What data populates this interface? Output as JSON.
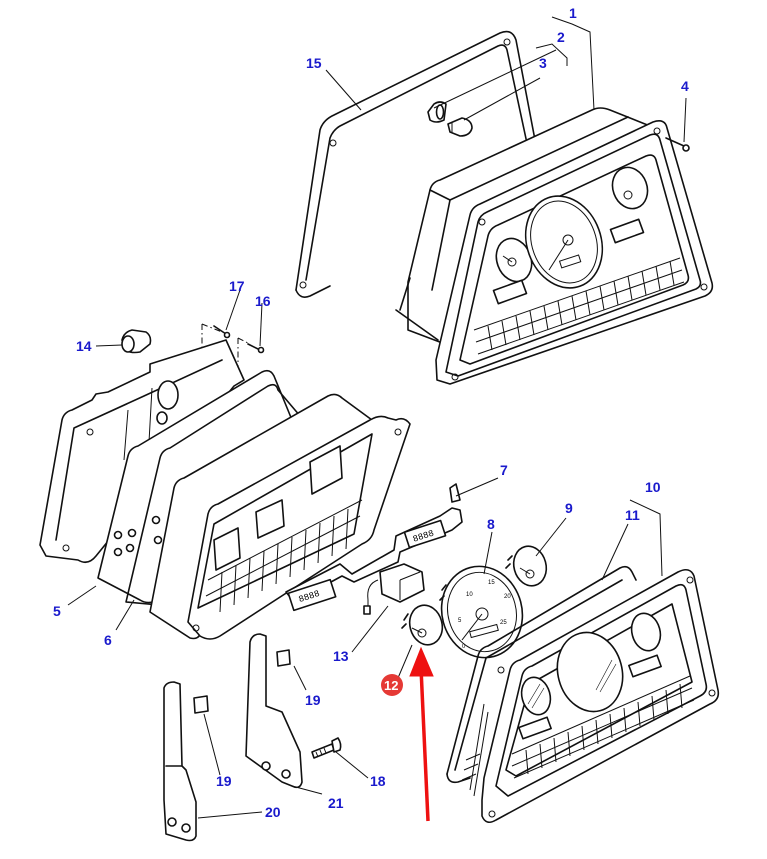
{
  "diagram": {
    "title": "Instrument cluster – exploded parts view",
    "callouts": [
      {
        "id": "1",
        "label": "1"
      },
      {
        "id": "2",
        "label": "2"
      },
      {
        "id": "3",
        "label": "3"
      },
      {
        "id": "4",
        "label": "4"
      },
      {
        "id": "5",
        "label": "5"
      },
      {
        "id": "6",
        "label": "6"
      },
      {
        "id": "7",
        "label": "7"
      },
      {
        "id": "8",
        "label": "8"
      },
      {
        "id": "9",
        "label": "9"
      },
      {
        "id": "10",
        "label": "10"
      },
      {
        "id": "11",
        "label": "11"
      },
      {
        "id": "12",
        "label": "12",
        "highlighted": true
      },
      {
        "id": "13",
        "label": "13"
      },
      {
        "id": "14",
        "label": "14"
      },
      {
        "id": "15",
        "label": "15"
      },
      {
        "id": "16",
        "label": "16"
      },
      {
        "id": "17",
        "label": "17"
      },
      {
        "id": "18",
        "label": "18"
      },
      {
        "id": "19a",
        "label": "19"
      },
      {
        "id": "19b",
        "label": "19"
      },
      {
        "id": "20",
        "label": "20"
      },
      {
        "id": "21",
        "label": "21"
      }
    ],
    "gauge_scale": [
      "0",
      "5",
      "10",
      "15",
      "20",
      "25"
    ],
    "lcd_text": "8888",
    "colors": {
      "callout_text": "#1a1acc",
      "highlight": "#e53935",
      "arrow": "#ee1111",
      "line": "#111111",
      "background": "#ffffff"
    }
  }
}
